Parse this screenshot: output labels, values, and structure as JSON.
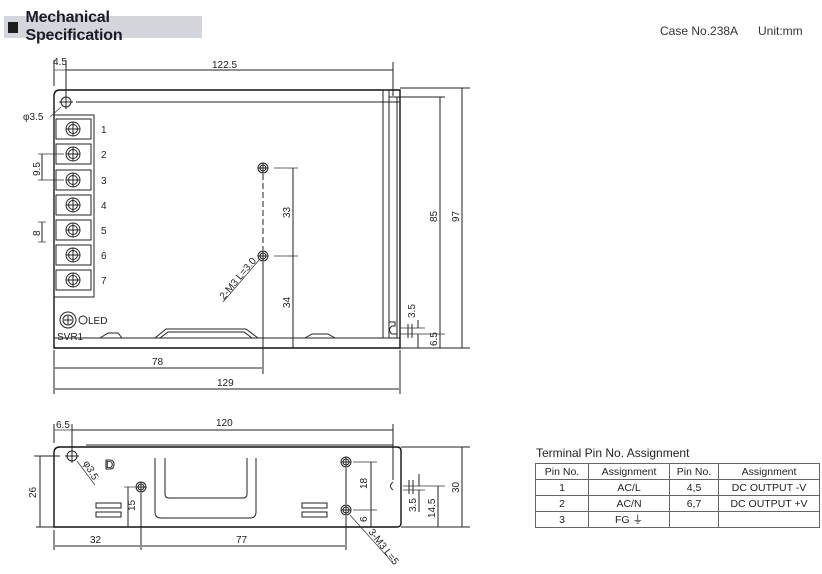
{
  "header": {
    "title": "Mechanical Specification",
    "case_no": "Case No.238A",
    "unit": "Unit:mm"
  },
  "top_view": {
    "dims": {
      "offset_left": "4.5",
      "hole_span": "122.5",
      "hole_dia": "φ3.5",
      "terminal_pitch": "9.5",
      "terminal_height": "8",
      "mount_spacing": "33",
      "mount_bottom": "34",
      "mount_label": "2-M3 L=3.0",
      "inner_height": "85",
      "overall_height": "97",
      "slot_width": "3.5",
      "slot_offset": "6.5",
      "mount_x": "78",
      "overall_length": "129"
    },
    "terminals": [
      "1",
      "2",
      "3",
      "4",
      "5",
      "6",
      "7"
    ],
    "led_label": "LED",
    "svr_label": "SVR1"
  },
  "side_view": {
    "dims": {
      "offset_left": "6.5",
      "hole_span": "120",
      "hole_dia": "φ3.5",
      "height_left": "26",
      "hole_height": "15",
      "mount_x1": "32",
      "mount_x2": "77",
      "mount_spacing": "18",
      "mount_bottom": "6",
      "mount_label": "3-M3 L=5",
      "slot_width": "3.5",
      "slot_height": "14.5",
      "overall_height": "30"
    },
    "marker": "D"
  },
  "pin_table": {
    "title": "Terminal Pin No.  Assignment",
    "headers": [
      "Pin No.",
      "Assignment",
      "Pin No.",
      "Assignment"
    ],
    "rows": [
      [
        "1",
        "AC/L",
        "4,5",
        "DC OUTPUT -V"
      ],
      [
        "2",
        "AC/N",
        "6,7",
        "DC OUTPUT +V"
      ],
      [
        "3",
        "FG ⏚",
        "",
        ""
      ]
    ]
  }
}
